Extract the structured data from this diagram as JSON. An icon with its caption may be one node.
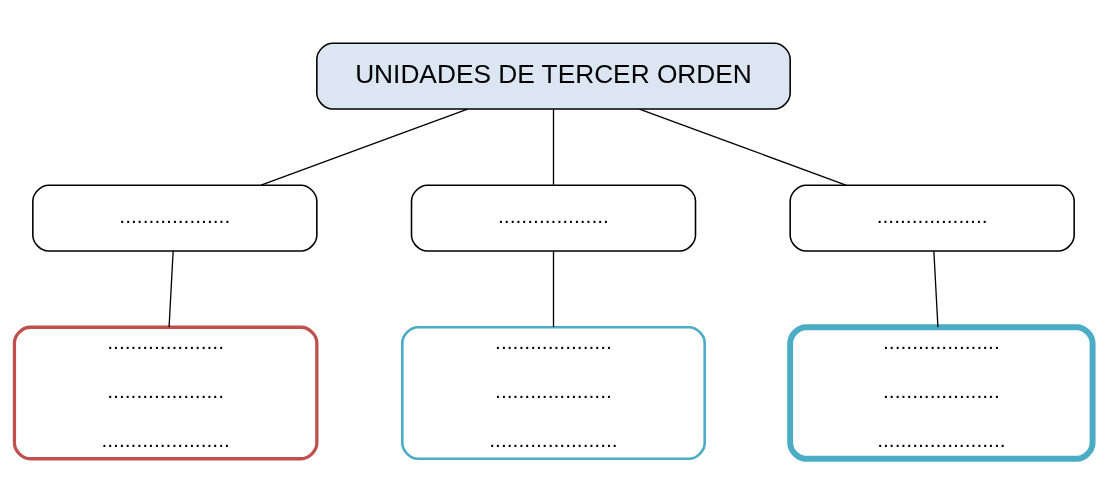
{
  "diagram": {
    "nodes": [
      {
        "text": [
          "UNIDADES DE TERCER ORDEN"
        ]
      },
      {
        "text": [
          "..................."
        ]
      },
      {
        "text": [
          "..................."
        ]
      },
      {
        "text": [
          "..................."
        ]
      },
      {
        "text": [
          "....................",
          "....................",
          "......................"
        ]
      },
      {
        "text": [
          "....................",
          "....................",
          "......................"
        ]
      },
      {
        "text": [
          "....................",
          "....................",
          "......................"
        ]
      }
    ],
    "edges": [
      {
        "from": 0,
        "to": 1,
        "arrow": "none"
      },
      {
        "from": 0,
        "to": 2,
        "arrow": "none"
      },
      {
        "from": 0,
        "to": 3,
        "arrow": "none"
      },
      {
        "from": 1,
        "to": 4,
        "arrow": "none"
      },
      {
        "from": 2,
        "to": 5,
        "arrow": "none"
      },
      {
        "from": 3,
        "to": 6,
        "arrow": "none"
      }
    ]
  }
}
